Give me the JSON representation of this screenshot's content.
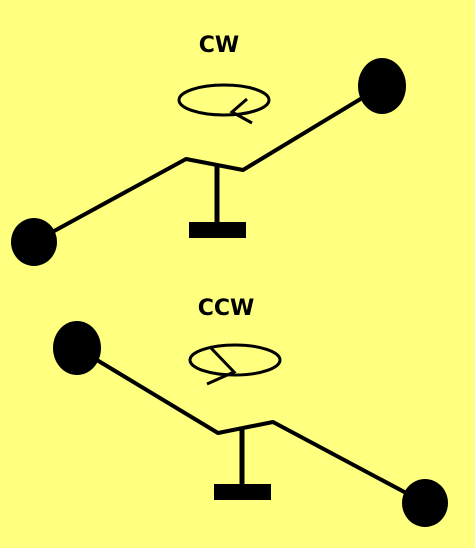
{
  "colors": {
    "background": "#ffff80",
    "ink": "#000000"
  },
  "diagrams": [
    {
      "id": "cw",
      "label": "CW",
      "rotation": "clockwise"
    },
    {
      "id": "ccw",
      "label": "CCW",
      "rotation": "counterclockwise"
    }
  ]
}
